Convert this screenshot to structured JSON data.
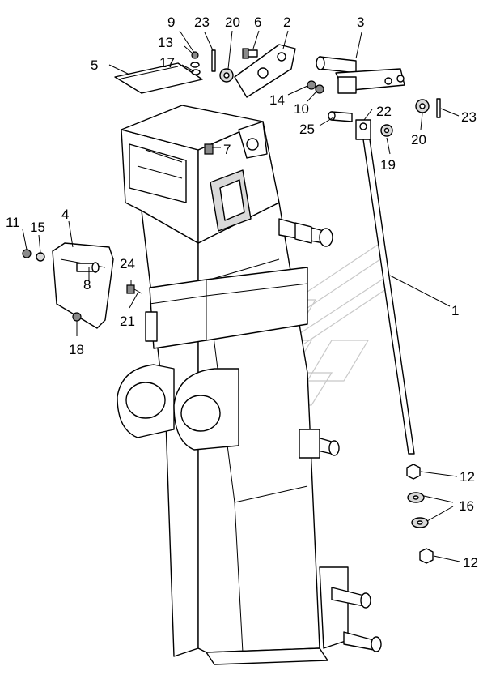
{
  "callouts": [
    {
      "id": "c1",
      "text": "1"
    },
    {
      "id": "c2",
      "text": "2"
    },
    {
      "id": "c3",
      "text": "3"
    },
    {
      "id": "c4",
      "text": "4"
    },
    {
      "id": "c5",
      "text": "5"
    },
    {
      "id": "c6",
      "text": "6"
    },
    {
      "id": "c7",
      "text": "7"
    },
    {
      "id": "c8",
      "text": "8"
    },
    {
      "id": "c9",
      "text": "9"
    },
    {
      "id": "c10",
      "text": "10"
    },
    {
      "id": "c11",
      "text": "11"
    },
    {
      "id": "c12a",
      "text": "12"
    },
    {
      "id": "c12b",
      "text": "12"
    },
    {
      "id": "c13",
      "text": "13"
    },
    {
      "id": "c14",
      "text": "14"
    },
    {
      "id": "c15",
      "text": "15"
    },
    {
      "id": "c16",
      "text": "16"
    },
    {
      "id": "c17",
      "text": "17"
    },
    {
      "id": "c18",
      "text": "18"
    },
    {
      "id": "c19",
      "text": "19"
    },
    {
      "id": "c20a",
      "text": "20"
    },
    {
      "id": "c20b",
      "text": "20"
    },
    {
      "id": "c21",
      "text": "21"
    },
    {
      "id": "c22",
      "text": "22"
    },
    {
      "id": "c23a",
      "text": "23"
    },
    {
      "id": "c23b",
      "text": "23"
    },
    {
      "id": "c24",
      "text": "24"
    },
    {
      "id": "c25",
      "text": "25"
    }
  ]
}
